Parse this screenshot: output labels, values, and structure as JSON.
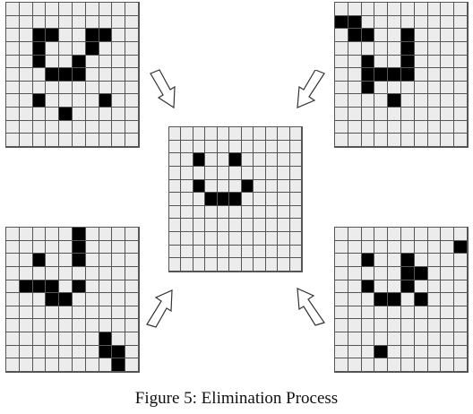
{
  "caption": "Figure 5: Elimination Process",
  "colors": {
    "filled": "#000000",
    "empty": "#ececec",
    "line": "#555555"
  },
  "grids": [
    {
      "id": "top-left",
      "rows": 11,
      "cols": 10,
      "filled": [
        [
          2,
          2
        ],
        [
          2,
          3
        ],
        [
          2,
          6
        ],
        [
          2,
          7
        ],
        [
          3,
          2
        ],
        [
          3,
          6
        ],
        [
          4,
          2
        ],
        [
          4,
          5
        ],
        [
          5,
          3
        ],
        [
          5,
          4
        ],
        [
          5,
          5
        ],
        [
          7,
          2
        ],
        [
          7,
          7
        ],
        [
          8,
          4
        ]
      ]
    },
    {
      "id": "top-right",
      "rows": 11,
      "cols": 10,
      "filled": [
        [
          1,
          0
        ],
        [
          1,
          1
        ],
        [
          2,
          1
        ],
        [
          2,
          2
        ],
        [
          2,
          5
        ],
        [
          3,
          5
        ],
        [
          4,
          2
        ],
        [
          4,
          5
        ],
        [
          5,
          2
        ],
        [
          5,
          3
        ],
        [
          5,
          4
        ],
        [
          5,
          5
        ],
        [
          6,
          2
        ],
        [
          7,
          4
        ]
      ]
    },
    {
      "id": "center",
      "rows": 11,
      "cols": 11,
      "filled": [
        [
          2,
          2
        ],
        [
          2,
          5
        ],
        [
          4,
          2
        ],
        [
          4,
          6
        ],
        [
          5,
          3
        ],
        [
          5,
          4
        ],
        [
          5,
          5
        ]
      ]
    },
    {
      "id": "bottom-left",
      "rows": 11,
      "cols": 10,
      "filled": [
        [
          0,
          5
        ],
        [
          1,
          5
        ],
        [
          2,
          2
        ],
        [
          2,
          5
        ],
        [
          4,
          1
        ],
        [
          4,
          2
        ],
        [
          4,
          3
        ],
        [
          4,
          5
        ],
        [
          5,
          3
        ],
        [
          5,
          4
        ],
        [
          8,
          7
        ],
        [
          9,
          7
        ],
        [
          9,
          8
        ],
        [
          10,
          8
        ]
      ]
    },
    {
      "id": "bottom-right",
      "rows": 11,
      "cols": 10,
      "filled": [
        [
          1,
          9
        ],
        [
          2,
          2
        ],
        [
          2,
          5
        ],
        [
          3,
          5
        ],
        [
          3,
          6
        ],
        [
          4,
          2
        ],
        [
          4,
          5
        ],
        [
          5,
          3
        ],
        [
          5,
          4
        ],
        [
          5,
          6
        ],
        [
          9,
          3
        ]
      ]
    }
  ]
}
